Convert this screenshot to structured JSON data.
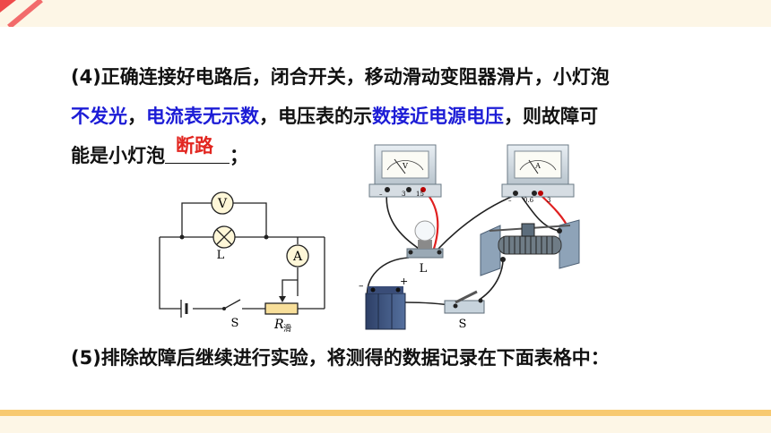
{
  "question4": {
    "line1": "(4)正确连接好电路后，闭合开关，移动滑动变阻器滑片，小灯泡",
    "line2_hl1": "不发光",
    "line2_sep1": "，",
    "line2_hl2": "电流表无示数",
    "line2_mid": "，电压表的示",
    "line2_hl3": "数接近电源电压",
    "line2_end": "，则故障可",
    "line3_start": "能是小灯泡",
    "answer": "断路",
    "line3_end": "；"
  },
  "circuit_diagram": {
    "voltmeter": "V",
    "lamp_label": "L",
    "ammeter": "A",
    "switch_label": "S",
    "rheostat_label": "R",
    "rheostat_sub": "滑"
  },
  "apparatus": {
    "voltmeter_face": "V",
    "ammeter_face": "A",
    "voltmeter_terminals": [
      "–",
      "3",
      "15"
    ],
    "ammeter_terminals": [
      "–",
      "0.6",
      "3"
    ],
    "lamp_label": "L",
    "switch_label": "S",
    "battery_minus": "–",
    "battery_plus": "+"
  },
  "question5": {
    "text": "(5)排除故障后继续进行实验，将测得的数据记录在下面表格中："
  },
  "colors": {
    "highlight": "#1c1cd6",
    "answer": "#e22620",
    "band": "#f7c970",
    "wire_red": "#e02020"
  }
}
